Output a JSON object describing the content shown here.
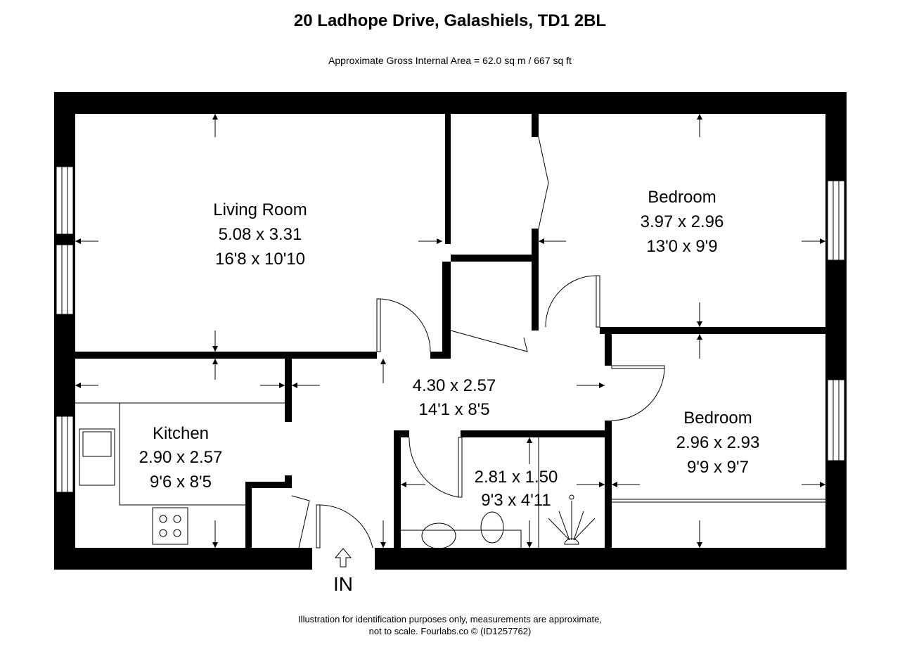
{
  "title": "20 Ladhope Drive, Galashiels, TD1 2BL",
  "subtitle": "Approximate Gross Internal Area = 62.0 sq m / 667 sq ft",
  "rooms": [
    {
      "name": "Living Room",
      "metric": "5.08 x 3.31",
      "imperial": "16'8 x 10'10"
    },
    {
      "name": "Bedroom",
      "metric": "3.97 x 2.96",
      "imperial": "13'0 x 9'9"
    },
    {
      "name": "",
      "metric": "4.30 x 2.57",
      "imperial": "14'1 x 8'5"
    },
    {
      "name": "Kitchen",
      "metric": "2.90 x 2.57",
      "imperial": "9'6 x 8'5"
    },
    {
      "name": "Bedroom",
      "metric": "2.96 x 2.93",
      "imperial": "9'9 x 9'7"
    },
    {
      "name": "",
      "metric": "2.81 x 1.50",
      "imperial": "9'3 x 4'11"
    }
  ],
  "entrance_label": "IN",
  "footer": {
    "line1": "Illustration for identification purposes only, measurements are approximate,",
    "line2": "not to scale. Fourlabs.co © (ID1257762)"
  }
}
